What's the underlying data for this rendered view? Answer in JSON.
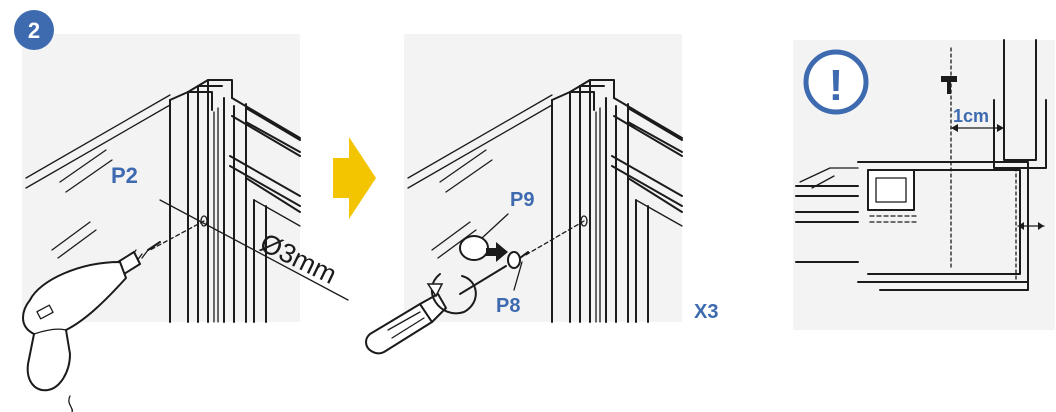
{
  "step": {
    "number": "2",
    "badge_color": "#3e6ab0"
  },
  "panel1": {
    "part_label": "P2",
    "dimension_label": "Ø3mm"
  },
  "panel2": {
    "part_label_top": "P9",
    "part_label_bottom": "P8",
    "quantity_label": "X3"
  },
  "panel3": {
    "warning_symbol": "!",
    "distance_label": "1cm"
  },
  "colors": {
    "label_blue": "#3e6ab0",
    "arrow_yellow": "#f2c500",
    "line": "#1b1b1b",
    "panel_bg": "#f3f3f3"
  }
}
